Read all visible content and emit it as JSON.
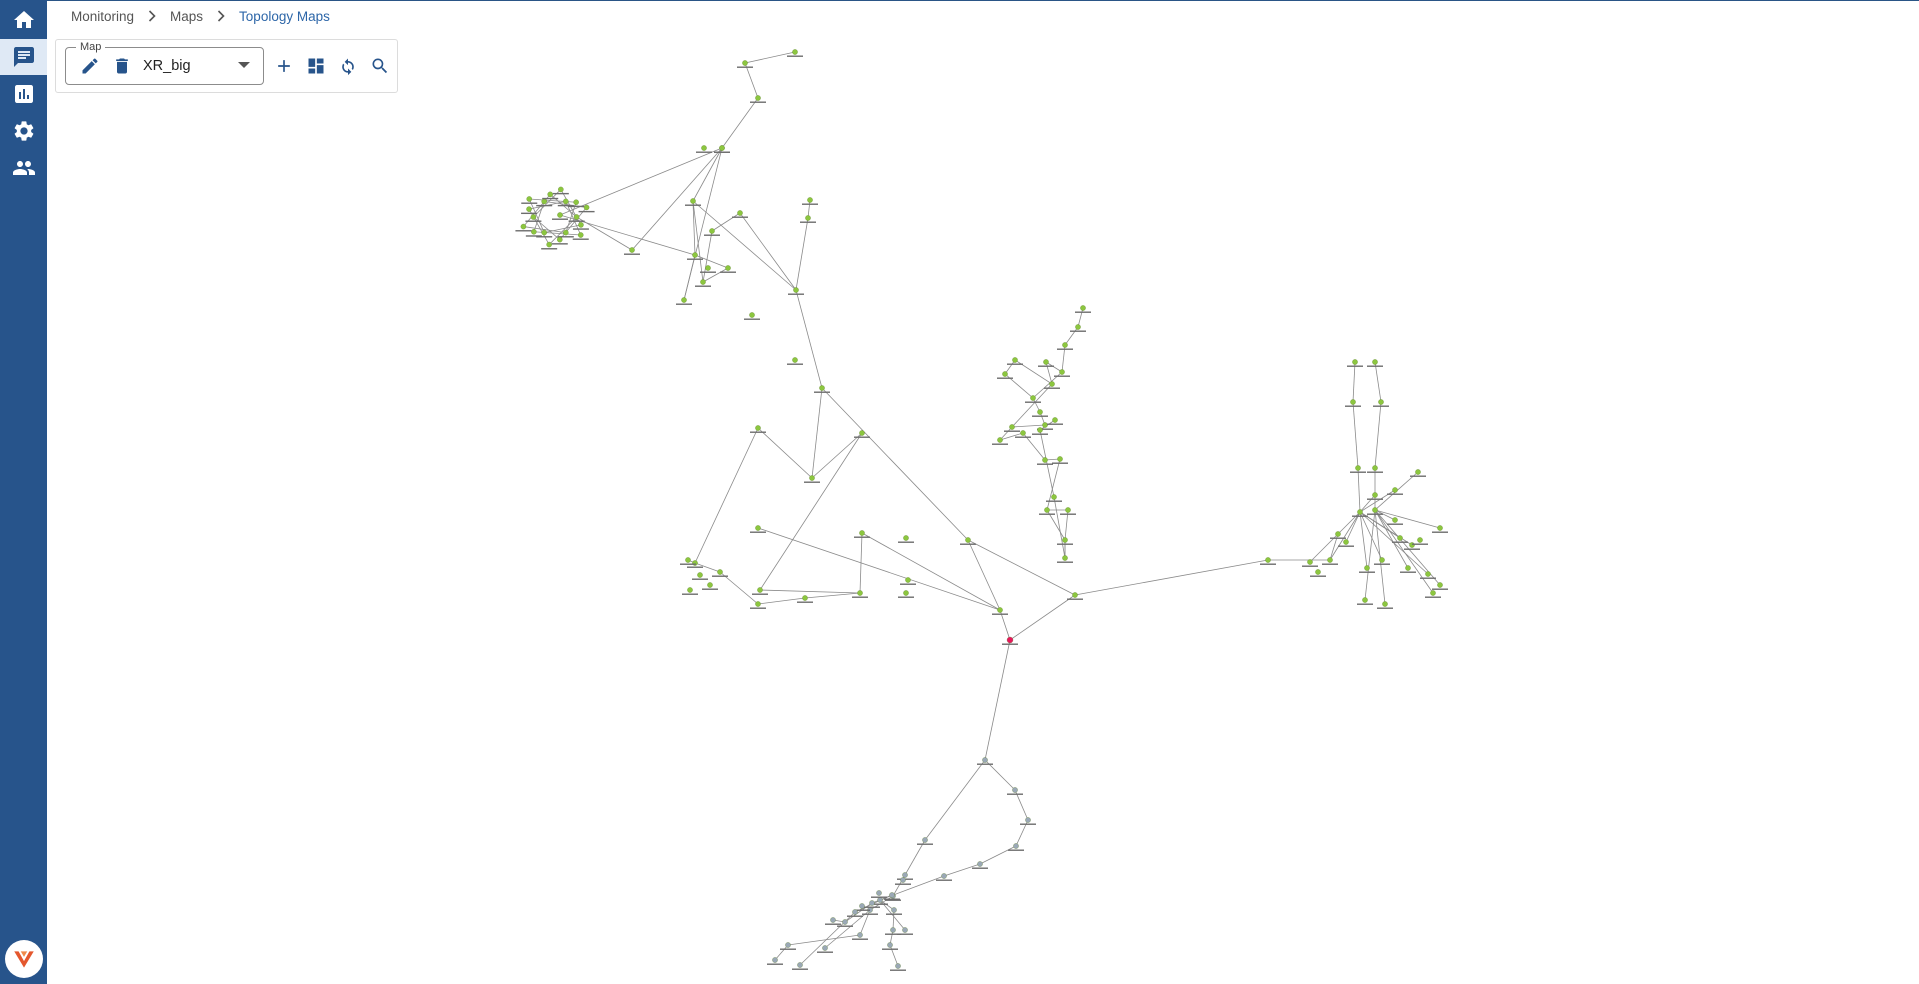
{
  "app": {
    "theme": {
      "sidebar_bg": "#27548b",
      "accent": "#2d66a8",
      "node_up": "#8cc63f",
      "node_down": "#e8175d",
      "node_unknown": "#9aa8b6"
    }
  },
  "sidebar": {
    "items": [
      {
        "name": "home",
        "icon": "home-icon"
      },
      {
        "name": "maps",
        "icon": "maps-list-icon",
        "active": true
      },
      {
        "name": "reports",
        "icon": "chart-icon"
      },
      {
        "name": "settings",
        "icon": "gear-icon"
      },
      {
        "name": "users",
        "icon": "users-icon"
      }
    ],
    "logo": "vendor-logo-icon"
  },
  "breadcrumb": {
    "items": [
      "Monitoring",
      "Maps",
      "Topology Maps"
    ]
  },
  "toolbar": {
    "map_label": "Map",
    "map_value": "XR_big",
    "icons": [
      "edit-icon",
      "delete-icon",
      "add-icon",
      "layout-icon",
      "refresh-icon",
      "search-icon"
    ]
  }
}
